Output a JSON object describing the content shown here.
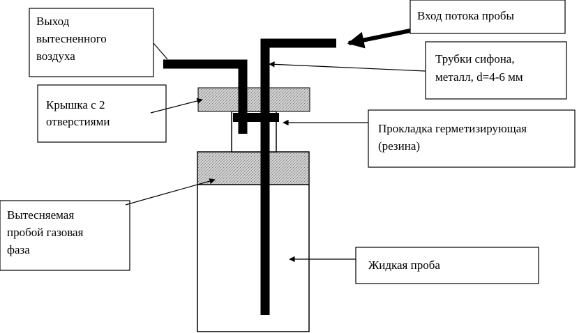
{
  "labels": {
    "air_outlet": [
      "Выход",
      "вытесненного",
      "воздуха"
    ],
    "sample_inlet": [
      "Вход потока пробы"
    ],
    "siphon_tubes": [
      "Трубки сифона,",
      "металл, d=4-6 мм"
    ],
    "lid": [
      "Крышка с 2",
      "отверстиями"
    ],
    "gasket": [
      "Прокладка герметизирующая",
      "(резина)"
    ],
    "gas_phase": [
      "Вытесняемая",
      "пробой газовая",
      "фаза"
    ],
    "liquid_sample": [
      "Жидкая проба"
    ]
  },
  "colors": {
    "ink": "#000000",
    "stipple": "#bdbdbd",
    "background": "#ffffff"
  }
}
